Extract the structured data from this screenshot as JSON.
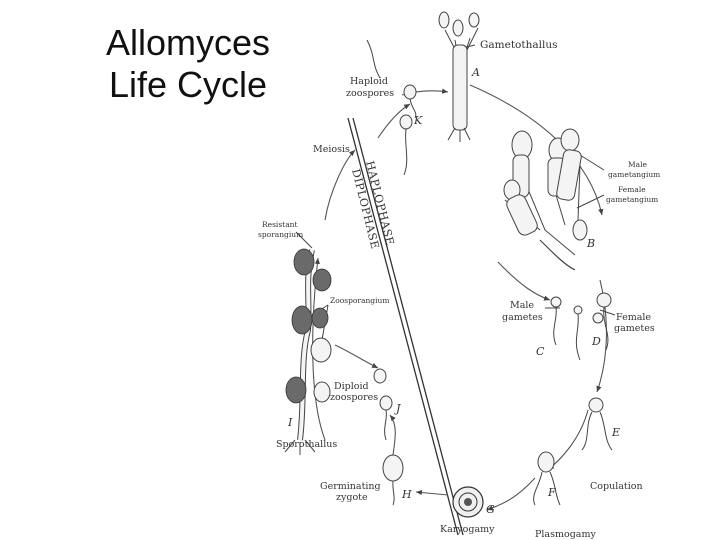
{
  "slide": {
    "title_line1": "Allomyces",
    "title_line2": "Life Cycle"
  },
  "diagram": {
    "labels": {
      "gametothallus": "Gametothallus",
      "haploid_zoospores_1": "Haploid",
      "haploid_zoospores_2": "zoospores",
      "meiosis": "Meiosis",
      "haplophase": "HAPLOPHASE",
      "diplophase": "DIPLOPHASE",
      "resistant_sporangium_1": "Resistant",
      "resistant_sporangium_2": "sporangium",
      "zoosporangium": "Zoosporangium",
      "male_gametangium_1": "Male",
      "male_gametangium_2": "gametangium",
      "female_gametangium_1": "Female",
      "female_gametangium_2": "gametangium",
      "male_gametes_1": "Male",
      "male_gametes_2": "gametes",
      "female_gametes_1": "Female",
      "female_gametes_2": "gametes",
      "diploid_zoospores_1": "Diploid",
      "diploid_zoospores_2": "zoospores",
      "sporothallus": "Sporothallus",
      "germinating_zygote_1": "Germinating",
      "germinating_zygote_2": "zygote",
      "karyogamy": "Karyogamy",
      "plasmogamy": "Plasmogamy",
      "copulation": "Copulation"
    },
    "stage_letters": {
      "a": "A",
      "b": "B",
      "c": "C",
      "d": "D",
      "e": "E",
      "f": "F",
      "g": "G",
      "h": "H",
      "i": "I",
      "j": "J",
      "k": "K"
    }
  }
}
